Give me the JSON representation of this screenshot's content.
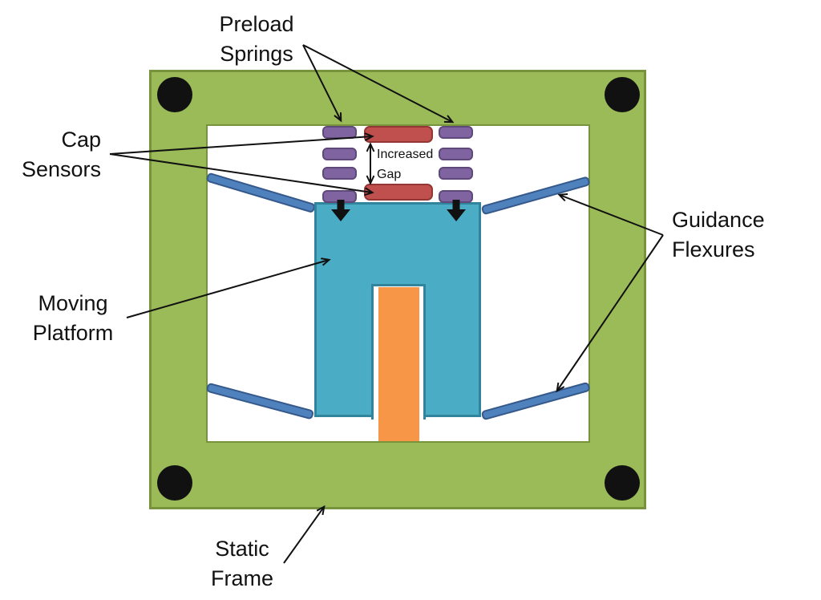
{
  "diagram": {
    "labels": {
      "preload_springs": "Preload\nSprings",
      "cap_sensors": "Cap\nSensors",
      "guidance_flexures": "Guidance\nFlexures",
      "moving_platform": "Moving\nPlatform",
      "static_frame": "Static\nFrame",
      "increased_gap": "Increased\nGap"
    },
    "colors": {
      "ink": "#111111",
      "frame_green": "#9bbb59",
      "frame_border": "#77933c",
      "platform_teal": "#4bacc6",
      "platform_border": "#31849b",
      "flexure_blue": "#4f81bd",
      "flexure_border": "#36598c",
      "spring_purple": "#8064a2",
      "spring_border": "#5f497a",
      "sensor_red": "#c0504d",
      "sensor_border": "#943634",
      "rod_orange": "#f79646"
    }
  }
}
